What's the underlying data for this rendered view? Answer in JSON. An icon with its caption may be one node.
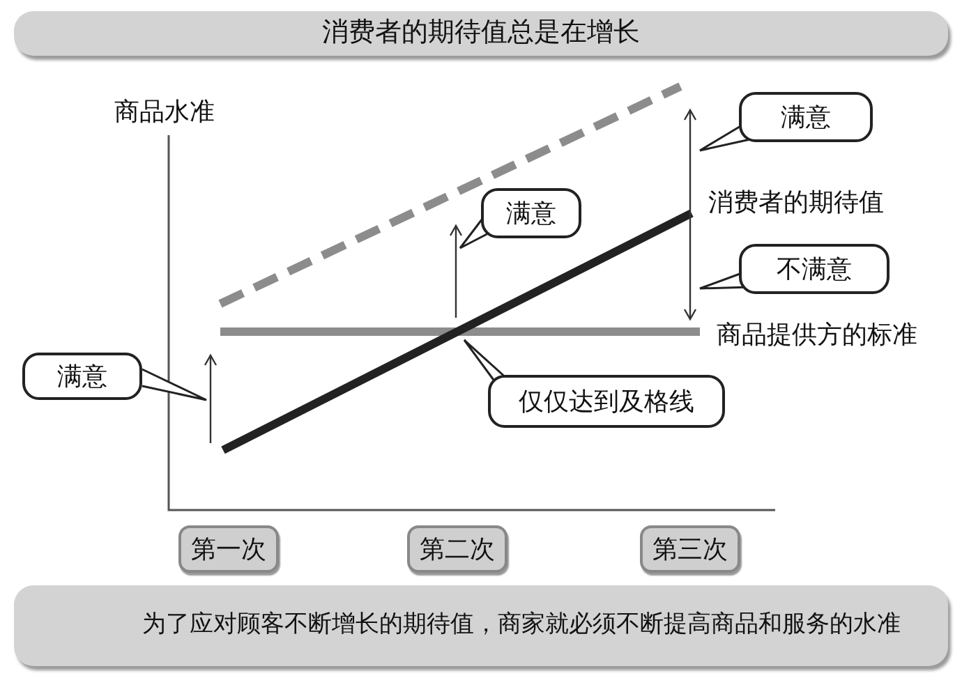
{
  "diagram": {
    "title": "消费者的期待值总是在增长",
    "nodes": [
      {
        "text": [
          "满意"
        ]
      },
      {
        "text": [
          "满意"
        ]
      },
      {
        "text": [
          "满意"
        ]
      },
      {
        "text": [
          "不满意"
        ]
      },
      {
        "text": [
          "仅仅达到及格线"
        ]
      },
      {
        "text": [
          "第一次"
        ]
      },
      {
        "text": [
          "第二次"
        ]
      },
      {
        "text": [
          "第三次"
        ]
      }
    ],
    "labels": [
      "商品水准",
      "消费者的期待值",
      "商品提供方的标准"
    ],
    "caption": "为了应对顾客不断增长的期待值，商家就必须不断提高商品和服务的水准"
  }
}
